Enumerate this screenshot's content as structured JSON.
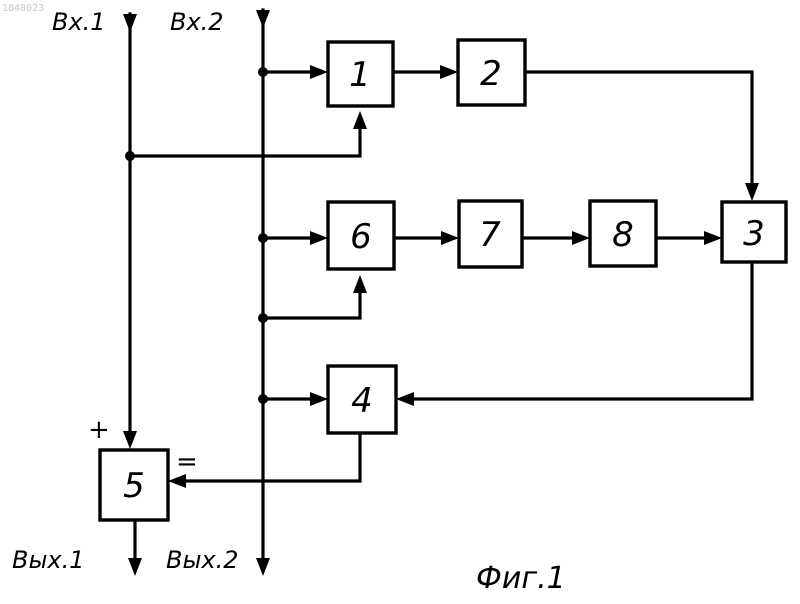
{
  "stamp": "1840023",
  "ports": {
    "in1": "Вх.1",
    "in2": "Вх.2",
    "out1": "Вых.1",
    "out2": "Вых.2"
  },
  "blocks": [
    {
      "id": "1",
      "label": "1"
    },
    {
      "id": "2",
      "label": "2"
    },
    {
      "id": "3",
      "label": "3"
    },
    {
      "id": "4",
      "label": "4"
    },
    {
      "id": "5",
      "label": "5"
    },
    {
      "id": "6",
      "label": "6"
    },
    {
      "id": "7",
      "label": "7"
    },
    {
      "id": "8",
      "label": "8"
    }
  ],
  "signs": {
    "plus": "+",
    "minus": "="
  },
  "caption": "Фиг.1"
}
